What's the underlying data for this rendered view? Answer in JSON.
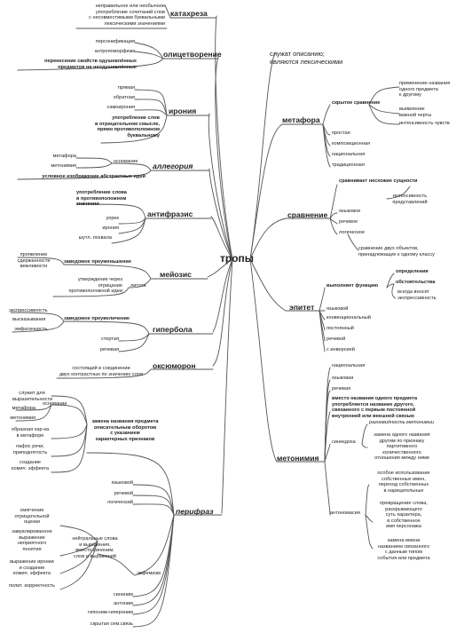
{
  "root": "тропы",
  "note": "служат описанию;\nявляются лексическими",
  "left": {
    "katakhreza": {
      "title": "катахреза",
      "desc": "неправильное или необычное\nупотребление сочетаний слов\nс несовместимыми буквальными\nлексическими значениями"
    },
    "olitsetvorenie": {
      "title": "олицетворение",
      "items": [
        "персонификация",
        "антропоморфизм"
      ],
      "desc": "перенесение свойств одушевлённых\nпредметов на неодушевлённые"
    },
    "ironiya": {
      "title": "ирония",
      "items": [
        "прямая",
        "обратная",
        "самоирония"
      ],
      "desc": "употребление слов\nв отрицательном смысле,\nпрямо противоположном\nбуквальному"
    },
    "allegoriya": {
      "title": "аллегория",
      "basis_label": "основание",
      "basis": [
        "метафора",
        "метонимия"
      ],
      "desc": "условное изображение абстрактных идей"
    },
    "antifrazis": {
      "title": "антифразис",
      "desc": "употребление слова\nв противоположном\nзначении",
      "items": [
        "упрек",
        "ирония",
        "шутл. похвала"
      ]
    },
    "meyozis": {
      "title": "мейозис",
      "main": "заведомое преуменьшение",
      "main_items": "проявление\nсдержанности\nвежливости",
      "litota_label": "литота",
      "litota": "утверждение через\nотрицание\nпротивоположной идеи"
    },
    "giperbola": {
      "title": "гипербола",
      "main": "заведомое преувеличение",
      "main_items": [
        "экспрессивность",
        "высказывания",
        "эмфатичность"
      ],
      "items": [
        "стертая",
        "речевая"
      ]
    },
    "oksyumoron": {
      "title": "оксюморон",
      "desc": "состоящий в соединении\nдвух контрастных по значению слов"
    },
    "perifraz": {
      "title": "перифраз",
      "main": "замена названия предмета\nописательным оборотом\nс указанием\nхарактерных признаков",
      "main_items": [
        "служит для\nвыразительности",
        "образная хар-ка\nв метафоре",
        "пафос речи,\nприподнятость",
        "создание\nкомич. эффекта"
      ],
      "basis_label": "основание",
      "basis": [
        "метафора",
        "метонимия"
      ],
      "kinds": [
        "языковой",
        "речевой",
        "логический"
      ],
      "euphemism_label": "эвфемизм",
      "euphemism_desc": "нейтральные слова\nи выражения,\nвместо синоним.\nслов и выражений",
      "euphemism_items": [
        "смягчение\nотрицательной\nоценки",
        "завуалированное\nвыражение\nнеприятного\nпонятия",
        "выражение иронии\nи создание\nкомич. эффекта",
        "полит. корректность"
      ],
      "more": [
        "синоним",
        "антоним",
        "гипоним-гипероним",
        "скрытая сем.связь"
      ]
    }
  },
  "right": {
    "metafora": {
      "title": "метафора",
      "main": "скрытое сравнение",
      "main_items": [
        "применение названия\nодного предмета\nк другому",
        "выявление\nважной черты",
        "интенсивность чувств"
      ],
      "kinds": [
        "простая",
        "композиционная",
        "национальная",
        "традиционная"
      ]
    },
    "sravnenie": {
      "title": "сравнение",
      "main": "сравнивает несхожие сущности",
      "main_items": "интенсивность\nпредставлений",
      "kinds": [
        "языковое",
        "речевое",
        "логическое"
      ],
      "desc": "сравнение двух объектов,\nпринадлежащих к одному классу"
    },
    "epitet": {
      "title": "эпитет",
      "main": "выполняет функцию",
      "functions": [
        "определения",
        "обстоятельства"
      ],
      "function_desc": "всегда вносят\nэкспрессивность",
      "kinds": [
        "языковой",
        "конвенциональный",
        "постоянный",
        "речевой",
        "с инверсией"
      ]
    },
    "metonimiya": {
      "title": "метонимия",
      "kinds": [
        "национальная",
        "языковая",
        "речевая"
      ],
      "desc": "вместо названия одного предмета\nупотребляется название другого,\nсвязанного с первым постоянной\nвнутренней или внешней связью",
      "sinekdokha_label": "синекдоха",
      "sinekdokha_type": "разновидность метонимии",
      "sinekdokha_desc": "замена одного названия\nдругим по признаку\nпартитивного\nколичественного\nотношения между ними",
      "antonomasia_label": "антономасия",
      "antonomasia_items": [
        "особое использование\nсобственных имен,\nпереход собственных\nв нарицательные",
        "превращение слова,\nраскрывающего\nсуть характера,\nв собственное\nимя персонажа",
        "замена имени\nназванием связанного\nс данным типом\nсобытия или предмета"
      ]
    }
  },
  "colors": {
    "line": "#555555",
    "text": "#222222"
  }
}
